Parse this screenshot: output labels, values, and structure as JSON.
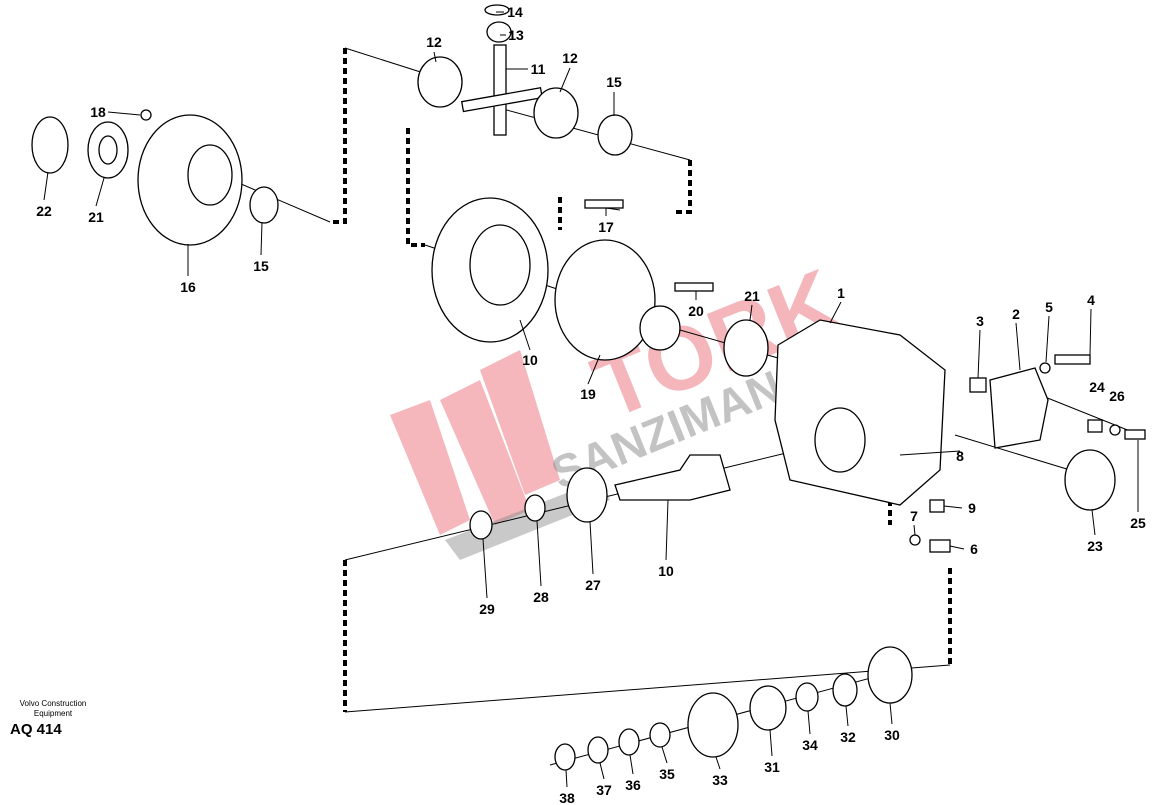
{
  "diagram": {
    "labels": [
      "14",
      "13",
      "11",
      "12",
      "12",
      "15",
      "18",
      "22",
      "21",
      "16",
      "15",
      "17",
      "10",
      "19",
      "20",
      "21",
      "1",
      "3",
      "2",
      "5",
      "4",
      "24",
      "26",
      "8",
      "9",
      "7",
      "6",
      "23",
      "25",
      "29",
      "28",
      "27",
      "10",
      "30",
      "32",
      "34",
      "31",
      "33",
      "35",
      "36",
      "37",
      "38"
    ]
  },
  "watermark": {
    "line1": "TORK",
    "line2": "SANZIMAN"
  },
  "footer": {
    "company": "Volvo Construction Equipment",
    "code": "AQ 414"
  }
}
